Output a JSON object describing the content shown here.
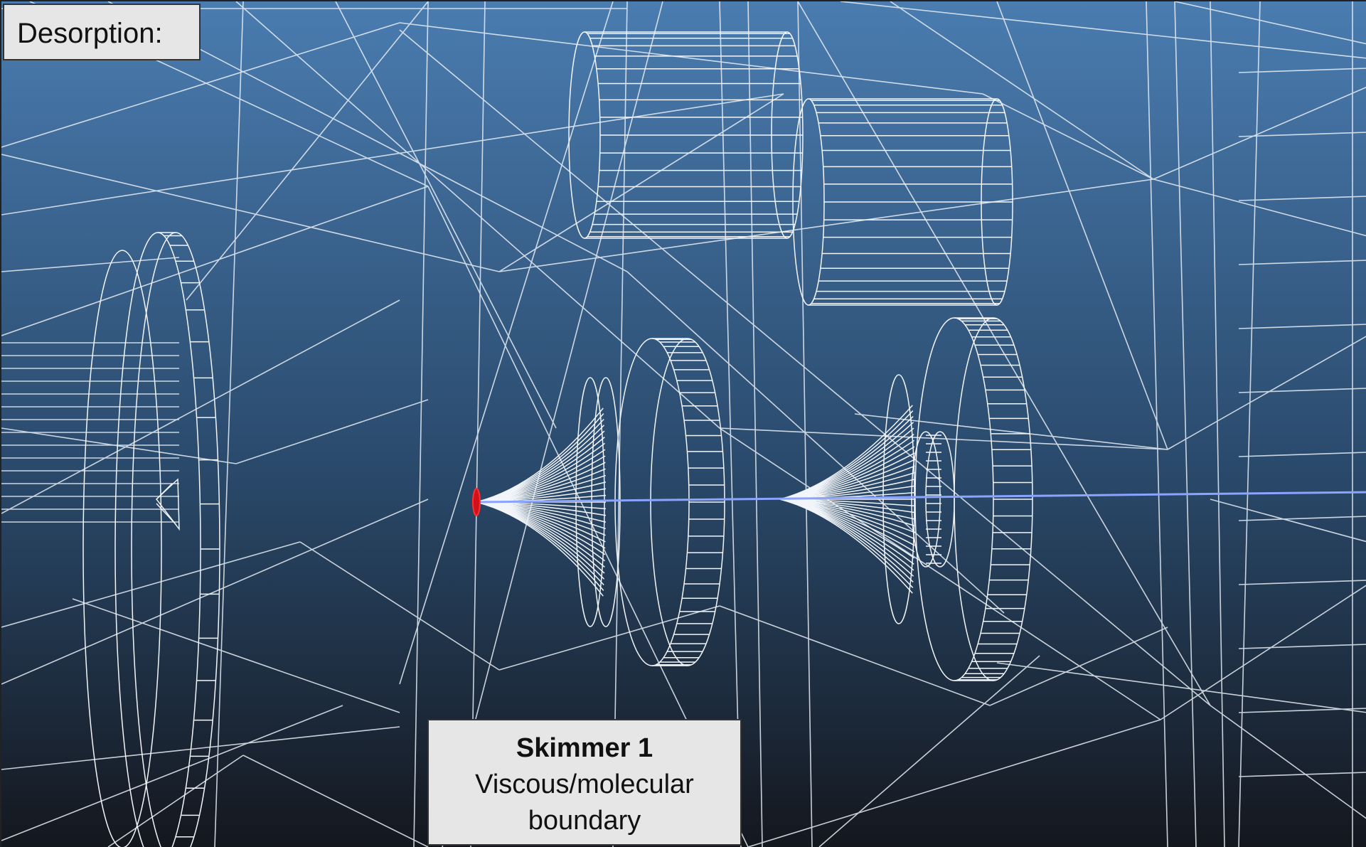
{
  "title_box": {
    "label": "Desorption:"
  },
  "annotation": {
    "title": "Skimmer 1",
    "line1": "Viscous/molecular",
    "line2": "boundary"
  },
  "colors": {
    "background_top": "#4a7cb0",
    "background_bottom": "#151820",
    "wireframe": "#e8eef5",
    "beam": "#8aa4ff",
    "source_marker": "#d0101a",
    "label_box": "#e6e6e6"
  }
}
